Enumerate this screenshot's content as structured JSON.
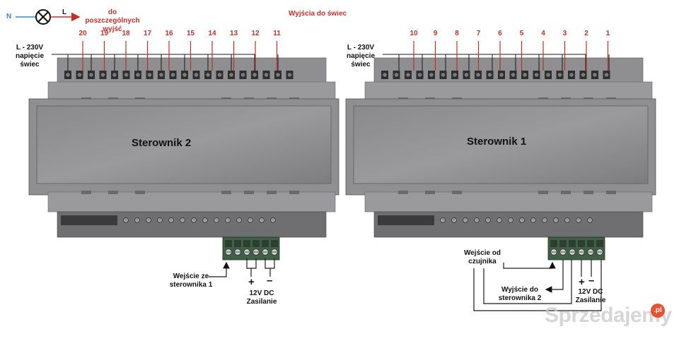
{
  "legend": {
    "neutral": "N",
    "line": "L",
    "to_outputs": "do poszczególnych wyjść"
  },
  "outputs_title": "Wyjścia do świec",
  "supply_label": "L - 230V napięcie świec",
  "controller2": {
    "name": "Sterownik  2",
    "terminals": [
      "20",
      "19",
      "18",
      "17",
      "16",
      "15",
      "14",
      "13",
      "12",
      "11"
    ],
    "input_label": "Wejście ze sterownika 1",
    "dc_plus": "+",
    "dc_minus": "–",
    "dc_label": "12V DC Zasilanie"
  },
  "controller1": {
    "name": "Sterownik 1",
    "terminals": [
      "10",
      "9",
      "8",
      "7",
      "6",
      "5",
      "4",
      "3",
      "2",
      "1"
    ],
    "sensor_label": "Wejście od czujnika",
    "output_label": "Wyjście do sterownika 2",
    "dc_plus": "+",
    "dc_minus": "–",
    "dc_label": "12V DC Zasilanie"
  },
  "watermark": {
    "text": "Sprzedajemy",
    "suffix": ".pl"
  },
  "colors": {
    "housing": "#8f8f91",
    "housing_dark": "#6f6f72",
    "number_red": "#c0302a",
    "wire": "#1a1a1a",
    "terminal_green": "#3f5f47"
  }
}
